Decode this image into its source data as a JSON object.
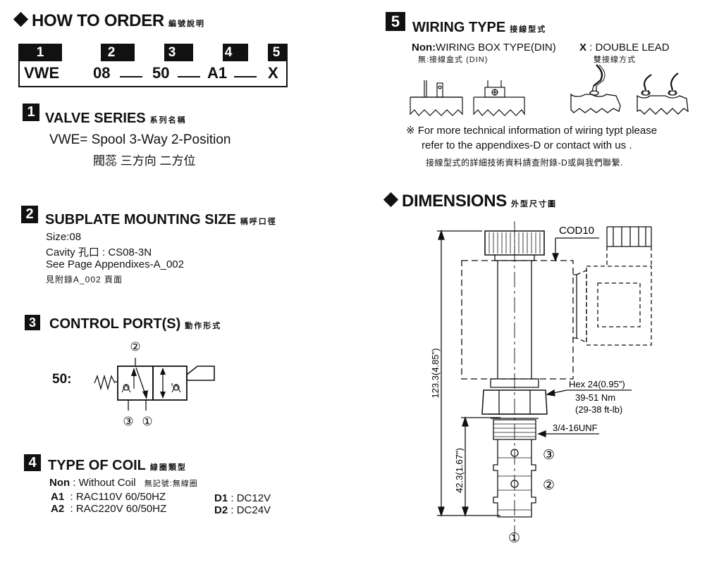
{
  "order": {
    "title": "HOW TO  ORDER",
    "title_zh": "編號說明",
    "positions": [
      "1",
      "2",
      "3",
      "4",
      "5"
    ],
    "codes": [
      "VWE",
      "08",
      "50",
      "A1",
      "X"
    ]
  },
  "sec1": {
    "num": "1",
    "title": "VALVE SERIES",
    "title_zh": "系列名稱",
    "line1": "VWE= Spool 3-Way 2-Position",
    "line2": "閥蕊 三方向 二方位"
  },
  "sec2": {
    "num": "2",
    "title": "SUBPLATE MOUNTING SIZE",
    "title_zh": "稱呼口徑",
    "lines": [
      "Size:08",
      "Cavity 孔口 : CS08-3N",
      "See Page Appendixes-A_002",
      "見附錄A_002 頁面"
    ]
  },
  "sec3": {
    "num": "3",
    "title": "CONTROL PORT(S)",
    "title_zh": "動作形式",
    "code_label": "50:",
    "port_top": "②",
    "port_bl": "③",
    "port_br": "①"
  },
  "sec4": {
    "num": "4",
    "title": "TYPE OF COIL",
    "title_zh": "線圈類型",
    "non_key": "Non",
    "non_val": ": Without Coil",
    "non_zh": "無記號:無線圈",
    "a1_key": "A1",
    "a1_val": ": RAC110V  60/50HZ",
    "a2_key": "A2",
    "a2_val": ": RAC220V  60/50HZ",
    "d1_key": "D1",
    "d1_val": ": DC12V",
    "d2_key": "D2",
    "d2_val": ": DC24V"
  },
  "sec5": {
    "num": "5",
    "title": "WIRING TYPE",
    "title_zh": "接線型式",
    "non_key": "Non:",
    "non_val": "WIRING BOX TYPE(DIN)",
    "non_zh": "無:接線盒式 (DIN)",
    "x_key": "X",
    "x_val": ": DOUBLE LEAD",
    "x_zh": "雙接線方式",
    "note1": "※ For more technical information of wiring typt  please",
    "note2": "refer to the appendixes-D or contact with us .",
    "note_zh": "接線型式的詳細技術資料請查附錄-D或與我們聯繫."
  },
  "dims": {
    "title": "DIMENSIONS",
    "title_zh": "外型尺寸圖",
    "cod": "COD10",
    "overall": "123.3(4.85\")",
    "lower": "42.3(1.67\")",
    "hex": "Hex 24(0.95\")",
    "torque1": "39-51 Nm",
    "torque2": "(29-38 ft-lb)",
    "thread": "3/4-16UNF",
    "port3": "③",
    "port2": "②",
    "port1": "①"
  }
}
